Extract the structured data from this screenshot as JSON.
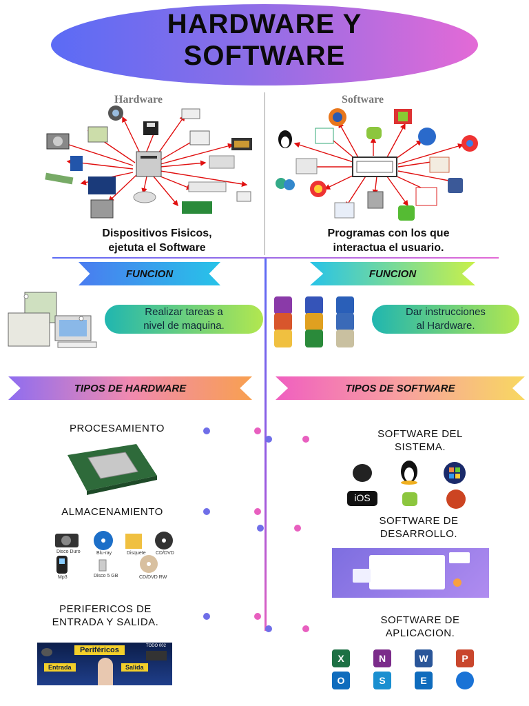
{
  "title": {
    "line1": "HARDWARE Y",
    "line2": "SOFTWARE"
  },
  "hardware_panel": {
    "heading": "Hardware",
    "description_line1": "Dispositivos Fisicos,",
    "description_line2": "ejetuta el Software"
  },
  "software_panel": {
    "heading": "Software",
    "description_line1": "Programas con los que",
    "description_line2": "interactua el usuario."
  },
  "funcion_left": {
    "ribbon": "FUNCION",
    "bubble_line1": "Realizar tareas a",
    "bubble_line2": "nivel de maquina."
  },
  "funcion_right": {
    "ribbon": "FUNCION",
    "bubble_line1": "Dar instrucciones",
    "bubble_line2": "al Hardware."
  },
  "tipos_hardware": {
    "ribbon": "TIPOS DE HARDWARE",
    "items": [
      {
        "label_line1": "PROCESAMIENTO",
        "label_line2": ""
      },
      {
        "label_line1": "ALMACENAMIENTO",
        "label_line2": ""
      },
      {
        "label_line1": "PERIFERICOS DE",
        "label_line2": "ENTRADA Y SALIDA."
      }
    ],
    "storage_captions": [
      "Disco Duro",
      "Blu-ray",
      "Disquete",
      "CD/DVD",
      "Mp3",
      "Disco 5 GB",
      "CD/DVD RW"
    ],
    "peripherals_banner": {
      "title": "Periféricos",
      "input": "Entrada",
      "output": "Salida",
      "corner": "TODO 002"
    }
  },
  "tipos_software": {
    "ribbon": "TIPOS DE SOFTWARE",
    "items": [
      {
        "label_line1": "SOFTWARE DEL",
        "label_line2": "SISTEMA."
      },
      {
        "label_line1": "SOFTWARE DE",
        "label_line2": "DESARROLLO."
      },
      {
        "label_line1": "SOFTWARE DE",
        "label_line2": "APLICACION."
      }
    ],
    "system_logos": [
      "apple",
      "linux",
      "windows",
      "iOS",
      "android",
      "freebsd"
    ],
    "ios_text": "iOS",
    "office_apps": [
      {
        "letter": "X",
        "color": "#1d7044"
      },
      {
        "letter": "N",
        "color": "#7b2b8a"
      },
      {
        "letter": "W",
        "color": "#2a5699"
      },
      {
        "letter": "P",
        "color": "#c9462c"
      },
      {
        "letter": "O",
        "color": "#0f6cbd"
      },
      {
        "letter": "S",
        "color": "#1a8fd0"
      },
      {
        "letter": "E",
        "color": "#0f6cbd"
      },
      {
        "letter": "",
        "color": "#1a73d6"
      }
    ]
  },
  "colors": {
    "timeline": "#7a5ce8",
    "connector_start": "#6f6ee8",
    "connector_end": "#e85fbf",
    "bubble_start": "#1fb7b0",
    "bubble_end": "#b6e84d"
  }
}
